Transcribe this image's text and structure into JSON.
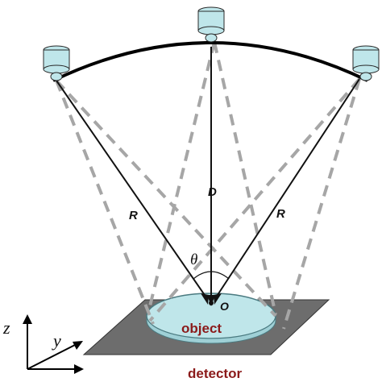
{
  "labels": {
    "R_left": "R",
    "R_right": "R",
    "D": "D",
    "theta": "θ",
    "origin": "O",
    "object": "object",
    "detector": "detector",
    "axis_z": "z",
    "axis_y": "y"
  },
  "colors": {
    "source_fill": "#bfe6ea",
    "source_stroke": "#2a2a2a",
    "arc": "#000000",
    "ray": "#111111",
    "beam": "#a6a6a6",
    "detector": "#6d6d6d",
    "object": "#bfe6ea",
    "label_red": "#8b1a1a"
  },
  "icons": [
    "x-ray-source-icon",
    "x-ray-source-icon",
    "x-ray-source-icon"
  ]
}
